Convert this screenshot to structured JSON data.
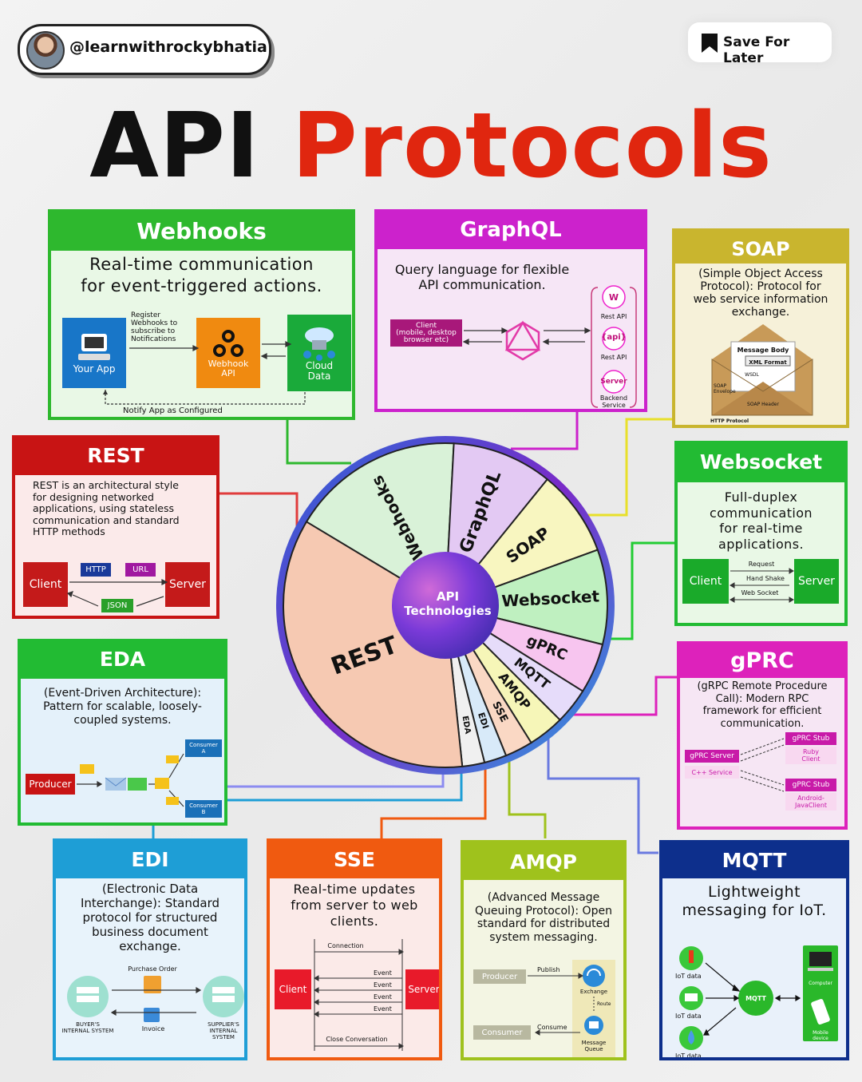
{
  "header": {
    "handle": "@learnwithrockybhatia",
    "save_label": "Save For Later",
    "title_part1": "API",
    "title_part2": "Protocols"
  },
  "colors": {
    "webhooks": "#2eb82e",
    "graphql": "#cc22cc",
    "soap": "#c9b52e",
    "rest": "#c81414",
    "websocket": "#22bb33",
    "eda": "#22bb33",
    "grpc": "#dd22bb",
    "edi": "#1e9ed6",
    "sse": "#f05a10",
    "amqp": "#9fc21c",
    "mqtt": "#0d2f8c"
  },
  "wheel": {
    "center_label_line1": "API",
    "center_label_line2": "Technologies",
    "segments": [
      "Webhooks",
      "GraphQL",
      "SOAP",
      "Websocket",
      "gPRC",
      "MQTT",
      "AMQP",
      "SSE",
      "EDI",
      "EDA",
      "REST"
    ]
  },
  "webhooks": {
    "title": "Webhooks",
    "desc_line1": "Real-time communication",
    "desc_line2": "for event-triggered actions.",
    "your_app": "Your App",
    "register_line1": "Register",
    "register_line2": "Webhooks to",
    "register_line3": "subscribe to",
    "register_line4": "Notifications",
    "webhook_api_line1": "Webhook",
    "webhook_api_line2": "API",
    "cloud_line1": "Cloud",
    "cloud_line2": "Data",
    "notify": "Notify App as Configured"
  },
  "graphql": {
    "title": "GraphQL",
    "desc_line1": "Query language for flexible",
    "desc_line2": "API communication.",
    "client_line1": "Client",
    "client_line2": "(mobile, desktop",
    "client_line3": "browser etc)",
    "w": "W",
    "rest_api_1": "Rest API",
    "api": "{api}",
    "rest_api_2": "Rest API",
    "server": "Server",
    "backend_line1": "Backend",
    "backend_line2": "Service"
  },
  "soap": {
    "title": "SOAP",
    "desc_line1": "(Simple Object Access",
    "desc_line2": "Protocol): Protocol for",
    "desc_line3": "web service information",
    "desc_line4": "exchange.",
    "message_body": "Message Body",
    "xml_format": "XML Format",
    "wsdl": "WSDL",
    "soap_env_line1": "SOAP",
    "soap_env_line2": "Envelope",
    "soap_header": "SOAP Header",
    "http_protocol": "HTTP Protocol"
  },
  "rest": {
    "title": "REST",
    "desc_line1": "REST is an architectural style",
    "desc_line2": "for designing networked",
    "desc_line3": "applications, using stateless",
    "desc_line4": "communication and standard",
    "desc_line5": "HTTP methods",
    "client": "Client",
    "http": "HTTP",
    "url": "URL",
    "server": "Server",
    "json": "JSON"
  },
  "websocket": {
    "title": "Websocket",
    "desc_line1": "Full-duplex",
    "desc_line2": "communication",
    "desc_line3": "for real-time",
    "desc_line4": "applications.",
    "client": "Client",
    "request": "Request",
    "hand_shake": "Hand Shake",
    "web_socket": "Web Socket",
    "server": "Server"
  },
  "eda": {
    "title": "EDA",
    "desc_line1": "(Event-Driven Architecture):",
    "desc_line2": "Pattern for scalable, loosely-",
    "desc_line3": "coupled systems.",
    "producer": "Producer",
    "consumer_a_line1": "Consumer",
    "consumer_a_line2": "A",
    "consumer_b_line1": "Consumer",
    "consumer_b_line2": "B"
  },
  "grpc": {
    "title": "gPRC",
    "desc_line1": "(gRPC Remote Procedure",
    "desc_line2": "Call): Modern RPC",
    "desc_line3": "framework for efficient",
    "desc_line4": "communication.",
    "grpc_server": "gPRC Server",
    "cpp_service": "C++ Service",
    "stub1": "gPRC Stub",
    "ruby_line1": "Ruby",
    "ruby_line2": "Client",
    "stub2": "gPRC Stub",
    "android_line1": "Android-",
    "android_line2": "JavaClient"
  },
  "edi": {
    "title": "EDI",
    "desc_line1": "(Electronic Data",
    "desc_line2": "Interchange): Standard",
    "desc_line3": "protocol for structured",
    "desc_line4": "business document",
    "desc_line5": "exchange.",
    "purchase_order": "Purchase Order",
    "invoice": "Invoice",
    "buyer_line1": "BUYER'S",
    "buyer_line2": "INTERNAL SYSTEM",
    "supplier_line1": "SUPPLIER'S",
    "supplier_line2": "INTERNAL",
    "supplier_line3": "SYSTEM"
  },
  "sse": {
    "title": "SSE",
    "desc_line1": "Real-time updates",
    "desc_line2": "from server to web",
    "desc_line3": "clients.",
    "connection": "Connection",
    "event": "Event",
    "client": "Client",
    "server": "Server",
    "close": "Close Conversation"
  },
  "amqp": {
    "title": "AMQP",
    "desc_line1": "(Advanced Message",
    "desc_line2": "Queuing Protocol): Open",
    "desc_line3": "standard for distributed",
    "desc_line4": "system messaging.",
    "producer": "Producer",
    "publish": "Publish",
    "exchange": "Exchange",
    "route": "Route",
    "consumer": "Consumer",
    "consume": "Consume",
    "mq_line1": "Message",
    "mq_line2": "Queue"
  },
  "mqtt": {
    "title": "MQTT",
    "desc_line1": "Lightweight",
    "desc_line2": "messaging for IoT.",
    "iot_data": "IoT data",
    "mqtt_label": "MQTT",
    "computer": "Computer",
    "mobile_line1": "Mobile",
    "mobile_line2": "device"
  }
}
